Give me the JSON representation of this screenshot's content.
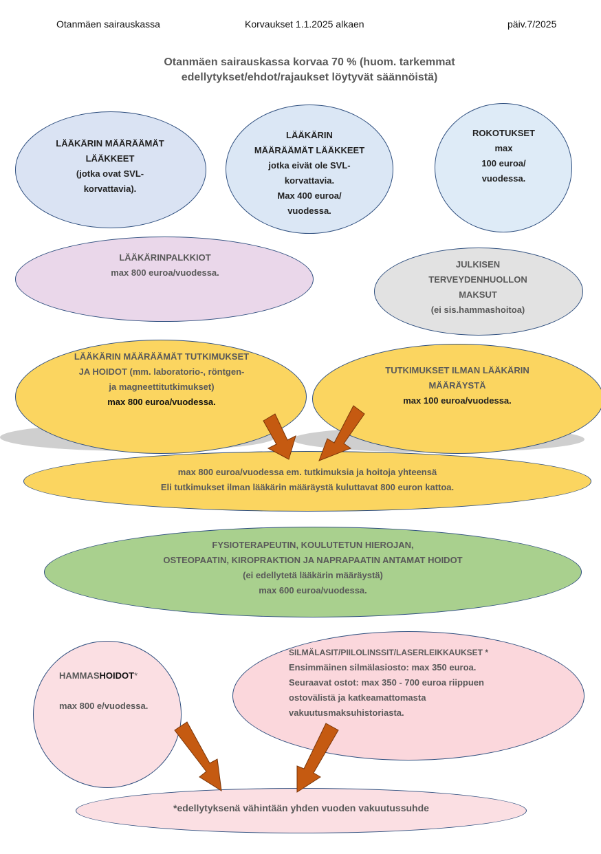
{
  "header": {
    "left": "Otanmäen sairauskassa",
    "center": "Korvaukset 1.1.2025 alkaen",
    "right": "päiv.7/2025"
  },
  "title": {
    "line1": "Otanmäen sairauskassa korvaa 70 % (huom. tarkemmat",
    "line2": "edellytykset/ehdot/rajaukset löytyvät säännöistä)"
  },
  "nodes": {
    "svl_medicines": {
      "lines": [
        "LÄÄKÄRIN MÄÄRÄÄMÄT",
        "LÄÄKKEET",
        "(jotka ovat SVL-",
        "korvattavia)."
      ],
      "color": "#dae3f3"
    },
    "non_svl_medicines": {
      "lines": [
        "LÄÄKÄRIN",
        "MÄÄRÄÄMÄT LÄÄKKEET",
        "jotka eivät ole SVL-",
        "korvattavia.",
        "Max  400 euroa/",
        "vuodessa."
      ],
      "color": "#dbe7f5"
    },
    "vaccinations": {
      "lines": [
        "ROKOTUKSET",
        "max",
        "100 euroa/",
        "vuodessa."
      ],
      "color": "#deebf7"
    },
    "doctor_fees": {
      "lines": [
        "LÄÄKÄRINPALKKIOT",
        "max 800 euroa/vuodessa."
      ],
      "color": "#ead7ea"
    },
    "public_healthcare": {
      "lines": [
        "JULKISEN",
        "TERVEYDENHUOLLON",
        "MAKSUT",
        "(ei  sis.hammashoitoa)"
      ],
      "color": "#e2e2e2"
    },
    "prescribed_exams": {
      "lines": [
        "LÄÄKÄRIN MÄÄRÄÄMÄT TUTKIMUKSET",
        "JA HOIDOT (mm. laboratorio-, röntgen-",
        "ja magneettitutkimukset)",
        "max  800 euroa/vuodessa."
      ],
      "color": "#fbd560"
    },
    "exams_without_prescription": {
      "lines": [
        "TUTKIMUKSET ILMAN LÄÄKÄRIN",
        "MÄÄRÄYSTÄ",
        "max  100 euroa/vuodessa."
      ],
      "color": "#fbd560"
    },
    "exams_combined": {
      "lines": [
        "max  800 euroa/vuodessa em. tutkimuksia ja hoitoja yhteensä",
        "Eli tutkimukset ilman lääkärin määräystä kuluttavat 800 euron kattoa."
      ],
      "color": "#fbd560"
    },
    "physio": {
      "lines": [
        "FYSIOTERAPEUTIN, KOULUTETUN HIEROJAN,",
        "OSTEOPAATIN, KIROPRAKTION JA NAPRAPAATIN ANTAMAT HOIDOT",
        "(ei edellytetä lääkärin määräystä)",
        "max 600 euroa/vuodessa."
      ],
      "color": "#a9d08e"
    },
    "dental": {
      "line1_a": "HAMMAS",
      "line1_b": "HOIDOT",
      "line1_c": "*",
      "line2": "max 800 e/vuodessa.",
      "color": "#fbdfe3"
    },
    "glasses": {
      "lines": [
        "SILMÄLASIT/PIILOLINSSIT/LASERLEIKKAUKSET *",
        " Ensimmäinen silmälasiosto: max 350 euroa.",
        "Seuraavat ostot: max 350 - 700 euroa riippuen",
        "ostovälistä ja katkeamattomasta",
        "vakuutusmaksuhistoriasta."
      ],
      "color": "#fbd7dc"
    },
    "condition": {
      "text": "*edellytyksenä vähintään yhden vuoden vakuutussuhde",
      "color": "#fbdfe3"
    }
  },
  "arrow_color": "#c55a11"
}
